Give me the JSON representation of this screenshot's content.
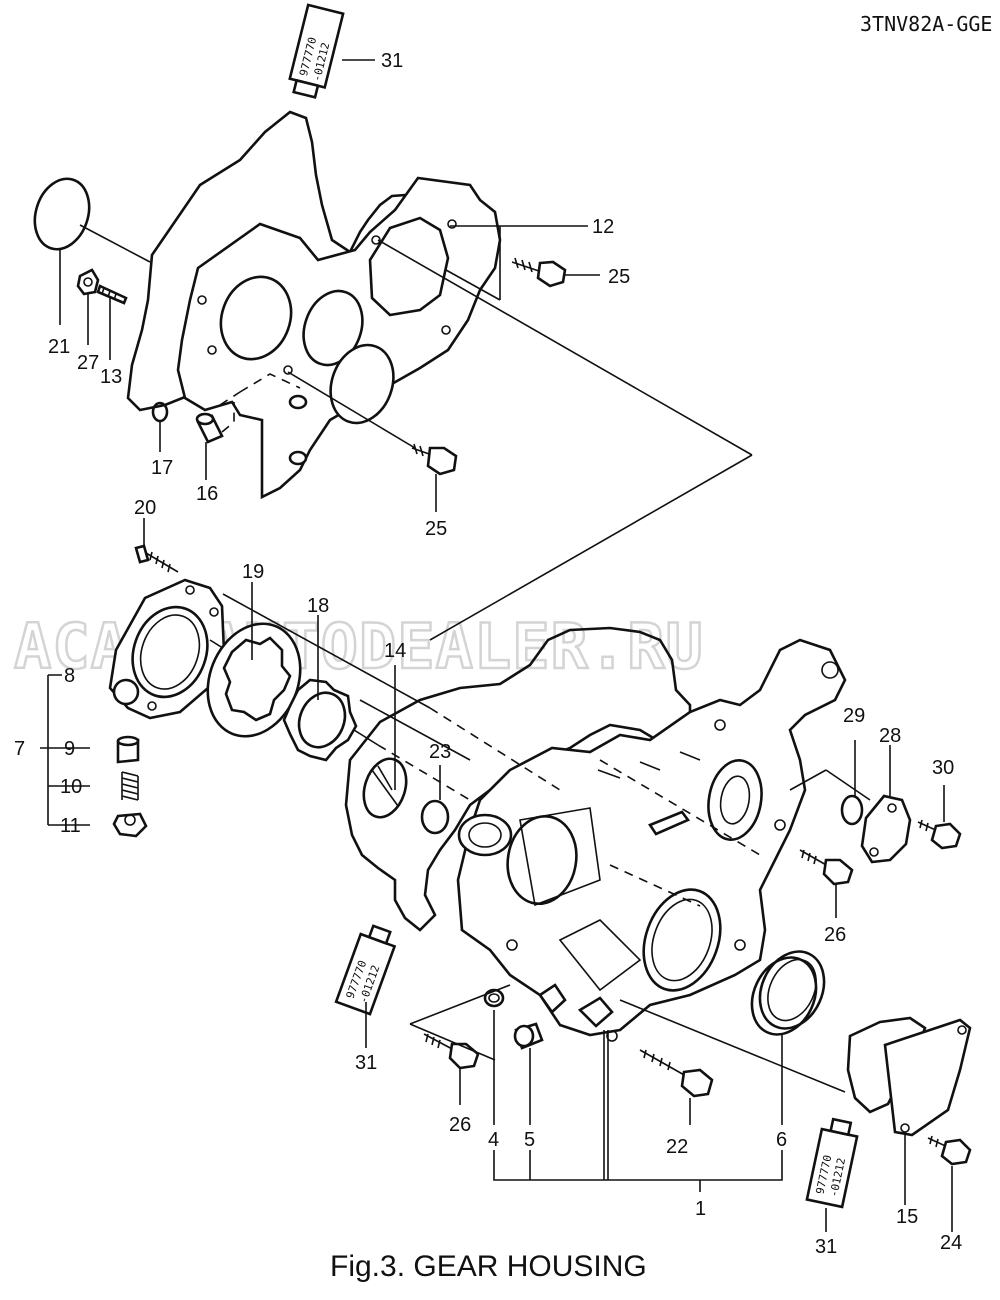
{
  "model_code": "3TNV82A-GGE",
  "caption": "Fig.3.  GEAR HOUSING",
  "watermark": "ACAT AUTODEALER.RU",
  "tube_label": {
    "line1": "977770",
    "line2": "-01212"
  },
  "callouts": {
    "c1": "1",
    "c4": "4",
    "c5": "5",
    "c6": "6",
    "c7": "7",
    "c8": "8",
    "c9": "9",
    "c10": "10",
    "c11": "11",
    "c12": "12",
    "c13": "13",
    "c14": "14",
    "c15": "15",
    "c16": "16",
    "c17": "17",
    "c18": "18",
    "c19": "19",
    "c20": "20",
    "c21": "21",
    "c22": "22",
    "c23": "23",
    "c24": "24",
    "c25a": "25",
    "c25b": "25",
    "c26a": "26",
    "c26b": "26",
    "c27": "27",
    "c28": "28",
    "c29": "29",
    "c30": "30",
    "c31a": "31",
    "c31b": "31",
    "c31c": "31"
  }
}
